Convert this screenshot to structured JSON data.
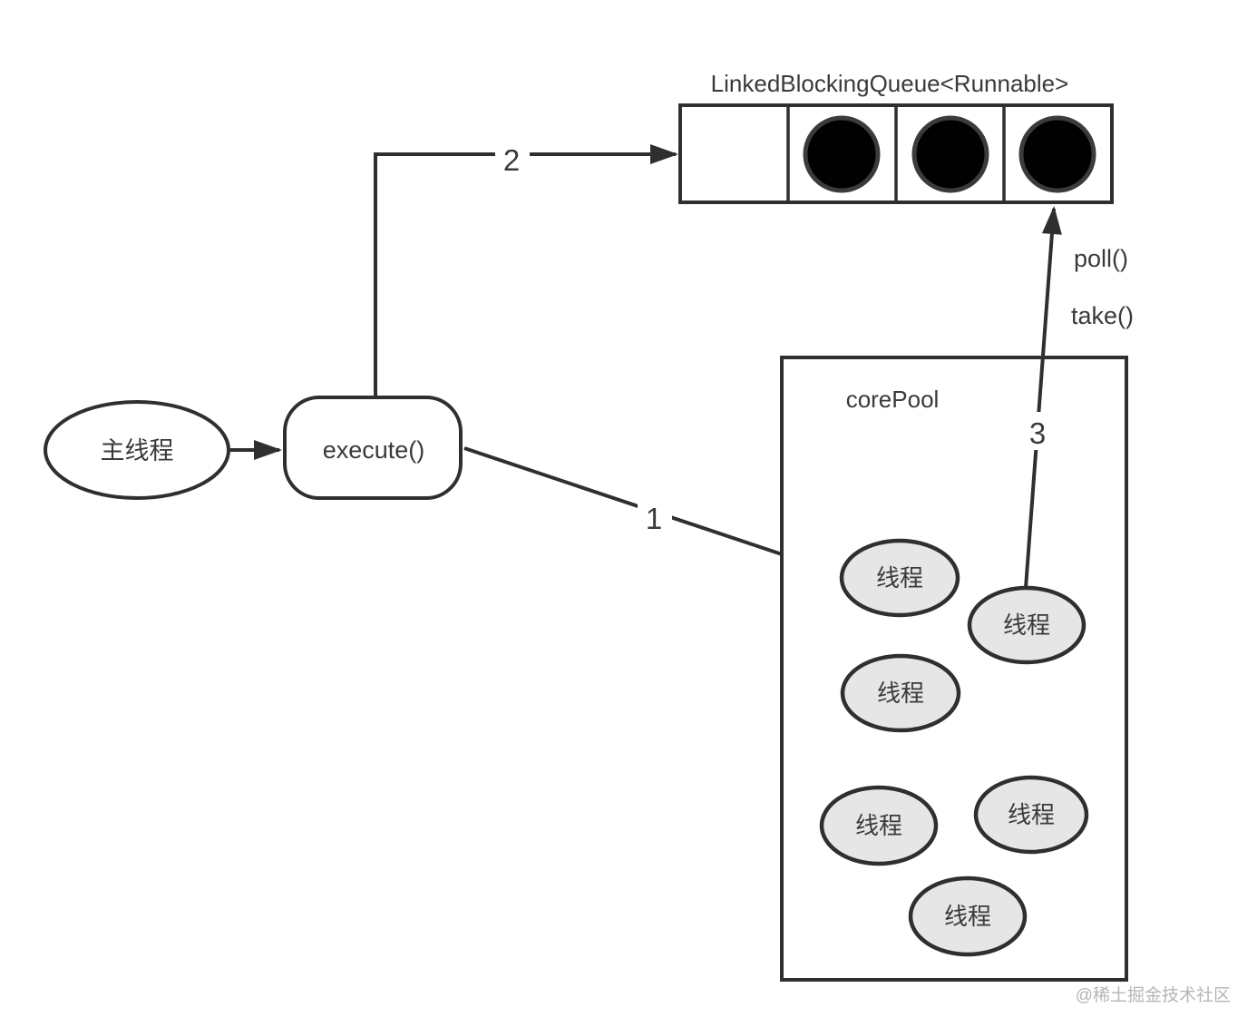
{
  "diagram": {
    "queue": {
      "title": "LinkedBlockingQueue<Runnable>",
      "cell_count": 4,
      "cells_filled": [
        false,
        true,
        true,
        true
      ]
    },
    "main_thread_label": "主线程",
    "execute_label": "execute()",
    "core_pool": {
      "title": "corePool",
      "thread_label": "线程",
      "thread_count": 6
    },
    "arrows": {
      "step1": "1",
      "step2": "2",
      "step3": "3",
      "poll_label": "poll()",
      "take_label": "take()"
    },
    "watermark": "@稀土掘金技术社区",
    "colors": {
      "stroke": "#2f2f2f",
      "text": "#3a3a3a",
      "thread_fill": "#e6e6e6",
      "task_fill": "#010101",
      "watermark": "#b5b5b5"
    }
  }
}
